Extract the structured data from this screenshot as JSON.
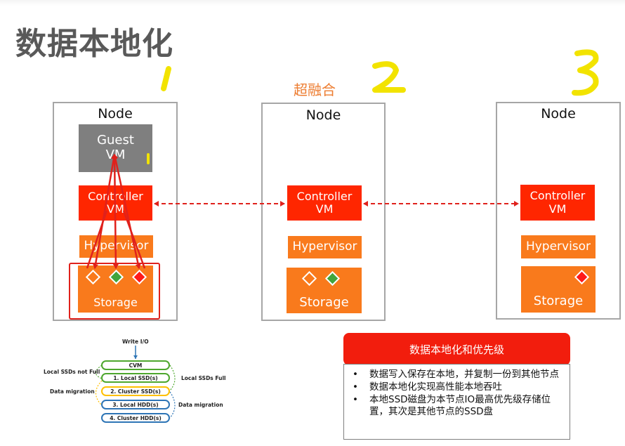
{
  "title": "数据本地化",
  "hyper_label": "超融合",
  "annotations": {
    "one": "1",
    "two": "2",
    "three": "3"
  },
  "nodes": [
    {
      "title": "Node",
      "guest": [
        "Guest",
        "VM"
      ],
      "controller": [
        "Controller",
        "VM"
      ],
      "hypervisor": "Hypervisor",
      "storage": "Storage",
      "disks": [
        "empty",
        "green",
        "red"
      ]
    },
    {
      "title": "Node",
      "controller": [
        "Controller",
        "VM"
      ],
      "hypervisor": "Hypervisor",
      "storage": "Storage",
      "disks": [
        "empty",
        "green"
      ]
    },
    {
      "title": "Node",
      "controller": [
        "Controller",
        "VM"
      ],
      "hypervisor": "Hypervisor",
      "storage": "Storage",
      "disks": [
        "red"
      ]
    }
  ],
  "flow": {
    "write_io": "Write I/O",
    "boxes": [
      "CVM",
      "1. Local SSD(s)",
      "2. Cluster SSD(s)",
      "3. Local HDD(s)",
      "4. Cluster HDD(s)"
    ],
    "local_ssds_not_full": "Local SSDs not Full",
    "local_ssds_full": "Local SSDs Full",
    "data_migration_left": "Data migration",
    "data_migration_right": "Data migration"
  },
  "panel": {
    "heading": "数据本地化和优先级",
    "bullets": [
      "数据写入保存在本地，并复制一份到其他节点",
      "数据本地化实现高性能本地吞吐",
      "本地SSD磁盘为本节点IO最高优先级存储位置，其次是其他节点的SSD盘"
    ]
  },
  "colors": {
    "controller": "#ff2600",
    "hypervisor": "#f97a1c",
    "guest": "#7f7f7f",
    "annotation": "#f2e300",
    "arrow": "#e0211c",
    "ssd_green": "#4ea72e",
    "ssd_yellow": "#ffc000",
    "hdd_blue": "#2e75b6"
  }
}
